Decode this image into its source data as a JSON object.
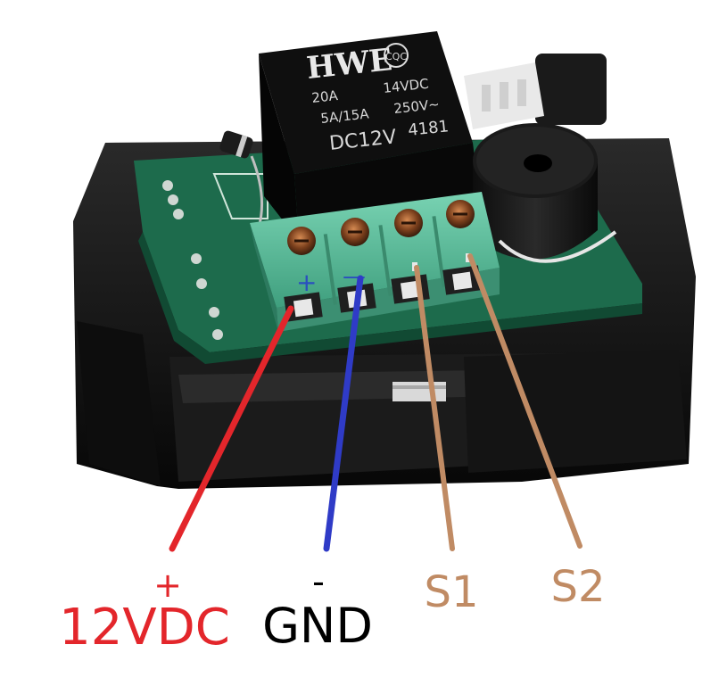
{
  "relay": {
    "brand": "HWE",
    "cert": "CQC",
    "line1_left": "20A",
    "line1_right": "14VDC",
    "line2_left": "5A/15A",
    "line2_right": "250V~",
    "line3_left": "DC12V",
    "line3_right": "4181"
  },
  "terminal_marks": {
    "plus": "+",
    "minus": "—"
  },
  "labels": {
    "power_sign": "+",
    "power": "12VDC",
    "ground_sign": "-",
    "ground": "GND",
    "s1": "S1",
    "s2": "S2"
  },
  "colors": {
    "power_wire": "#e3262b",
    "ground_wire": "#2f3bc7",
    "sensor_wire": "#c08b64",
    "board": "#1d6b4c",
    "terminal": "#5fc2a0",
    "case": "#151515",
    "relay": "#111111",
    "text_black": "#000000"
  },
  "icons": [
    "relay-icon",
    "buzzer-icon",
    "terminal-block-icon"
  ]
}
